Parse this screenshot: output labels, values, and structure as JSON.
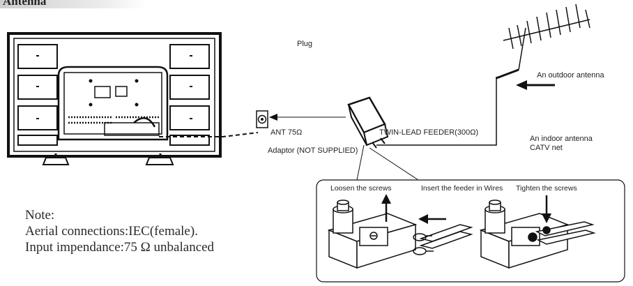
{
  "header": {
    "title": "Antenna"
  },
  "labels": {
    "plug": "Plug",
    "outdoor_antenna": "An outdoor antenna",
    "ant_port": "ANT 75Ω",
    "twin_lead": "TWIN-LEAD FEEDER(300Ω)",
    "indoor_antenna": "An indoor antenna",
    "catv": "CATV net",
    "adaptor": "Adaptor  (NOT SUPPLIED)"
  },
  "steps": {
    "loosen": "Loosen the screws",
    "insert": "Insert the feeder in Wires",
    "tighten": "Tighten the screws"
  },
  "note": {
    "heading": "Note:",
    "line1": "Aerial connections:IEC(female).",
    "line2": "Input impendance:75 Ω  unbalanced"
  }
}
